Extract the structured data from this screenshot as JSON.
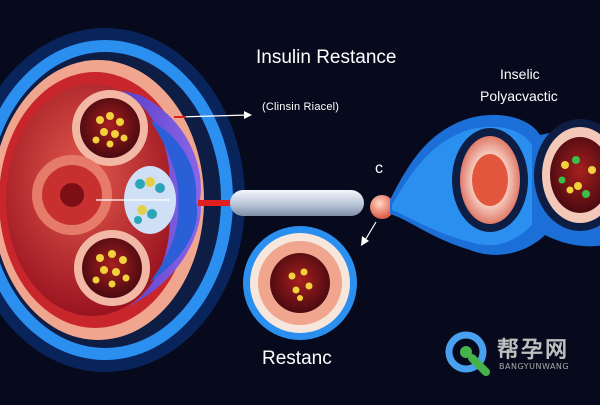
{
  "labels": {
    "title": "Insulin Restance",
    "subtitle": "(Clinsin Riacel)",
    "right_top": "Inselic",
    "right_bottom": "Polyacvactic",
    "letter": "c",
    "bottom": "Restanc"
  },
  "watermark": {
    "chinese": "帮孕网",
    "english": "BANGYUNWANG"
  },
  "colors": {
    "background": "#070a1c",
    "accent_blue": "#2b8ff0",
    "tissue_red": "#c8282d",
    "granule_yellow": "#f2d23c"
  }
}
